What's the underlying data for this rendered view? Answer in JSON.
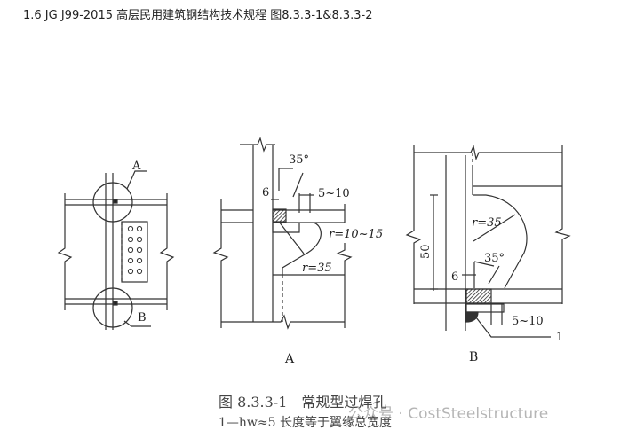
{
  "title": "1.6 JG J99-2015 高层民用建筑钢结构技术规程 图8.3.3-1&8.3.3-2",
  "figure": {
    "overview": {
      "label_a": "A",
      "label_b": "B"
    },
    "detail_a": {
      "angle": "35°",
      "dim_6": "6",
      "dim_gap": "5~10",
      "r_small": "r=10~15",
      "r_large": "r=35",
      "label": "A"
    },
    "detail_b": {
      "r": "r=35",
      "dim_50": "50",
      "angle": "35°",
      "dim_6": "6",
      "dim_gap": "5~10",
      "note_num": "1",
      "label": "B"
    },
    "caption": "图 8.3.3-1　常规型过焊孔",
    "note": "1—hw≈5 长度等于翼缘总宽度"
  },
  "watermark": "公众号 · CostSteelstructure"
}
